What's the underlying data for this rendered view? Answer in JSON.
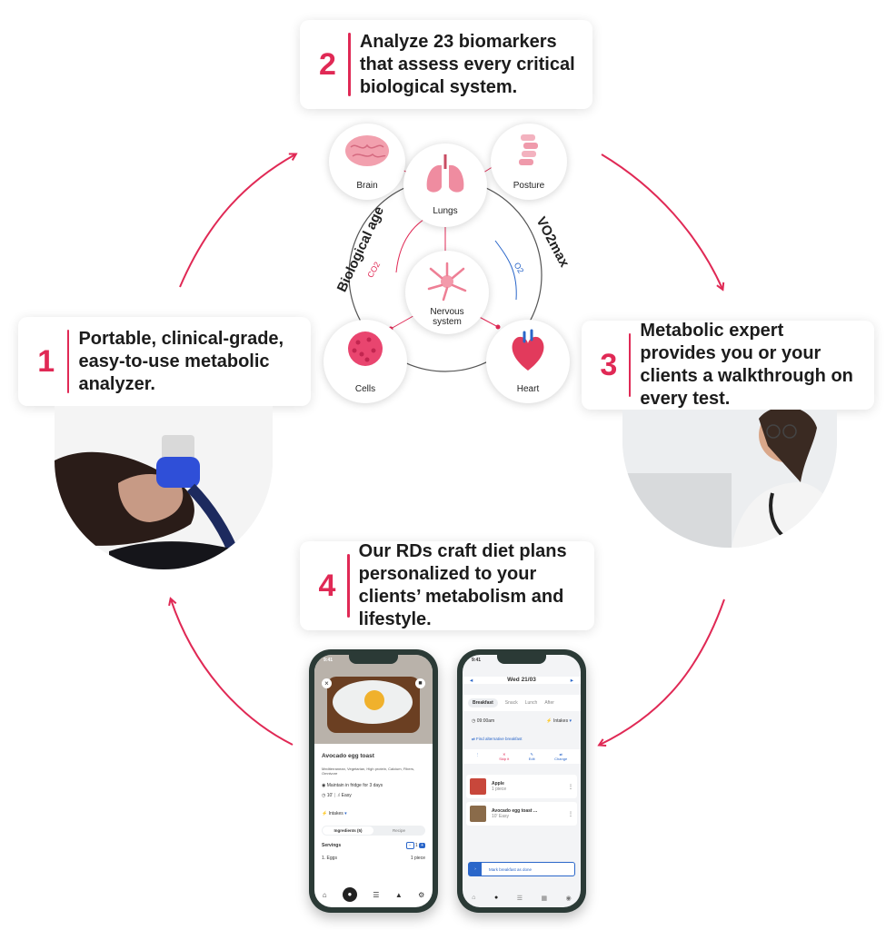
{
  "steps": [
    {
      "number": "1",
      "text": "Portable, clinical-grade, easy-to-use metabolic analyzer."
    },
    {
      "number": "2",
      "text": "Analyze 23 biomarkers that assess every critical biological system."
    },
    {
      "number": "3",
      "text": "Metabolic expert provides you or your clients a walkthrough on every test."
    },
    {
      "number": "4",
      "text": "Our RDs craft diet plans personalized to your clients’ metabolism and lifestyle."
    }
  ],
  "systems": {
    "brain": "Brain",
    "lungs": "Lungs",
    "posture": "Posture",
    "nervous": "Nervous system",
    "cells": "Cells",
    "heart": "Heart",
    "left_arc": "Biological age",
    "right_arc": "VO2max",
    "co2": "CO2",
    "o2": "O2"
  },
  "colors": {
    "accent": "#e02955",
    "blue": "#2a66c9",
    "phone": "#2b3a36"
  },
  "phone_left": {
    "time": "9:41",
    "title": "Avocado egg toast",
    "tags": "Mediterranean, Vegetarian, High protein, Calcium, Fibers, Omnivore",
    "storage": "Maintain in fridge for 3 days",
    "time_label": "10'",
    "difficulty": "Easy",
    "intakes": "Intakes",
    "tab_ingredients": "Ingredients (5)",
    "tab_recipe": "Recipe",
    "servings_label": "Servings",
    "servings_value": "1",
    "ingredient": "1. Eggs",
    "ingredient_qty": "1 piece"
  },
  "phone_right": {
    "time": "9:41",
    "date": "Wed 21/03",
    "tabs": [
      "Breakfast",
      "Snack",
      "Lunch",
      "After"
    ],
    "time_value": "09:00am",
    "intakes": "Intakes",
    "find_alt": "Find alternative breakfast",
    "actions": [
      "Skip it",
      "Edit",
      "Change"
    ],
    "meals": [
      {
        "name": "Apple",
        "sub": "1 piece"
      },
      {
        "name": "Avocado egg toast ...",
        "sub": "10'  Easy"
      }
    ],
    "mark_done": "Mark breakfast as done"
  }
}
